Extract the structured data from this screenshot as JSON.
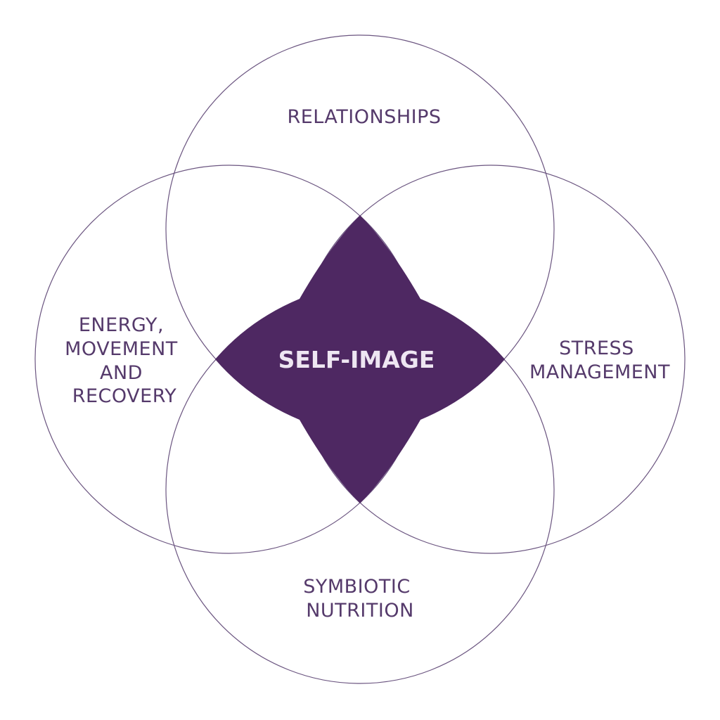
{
  "center": {
    "label": "SELF-IMAGE"
  },
  "circles": {
    "top": {
      "label": "RELATIONSHIPS"
    },
    "left": {
      "lines": [
        "ENERGY,",
        "MOVEMENT",
        "AND",
        "RECOVERY"
      ]
    },
    "right": {
      "lines": [
        "STRESS",
        "MANAGEMENT"
      ]
    },
    "bottom": {
      "lines": [
        "SYMBIOTIC",
        "NUTRITION"
      ]
    }
  },
  "colors": {
    "outline": "#6b5580",
    "center_fill": "#4e2862",
    "label_text": "#553a6b",
    "center_text": "#eee6f2"
  }
}
